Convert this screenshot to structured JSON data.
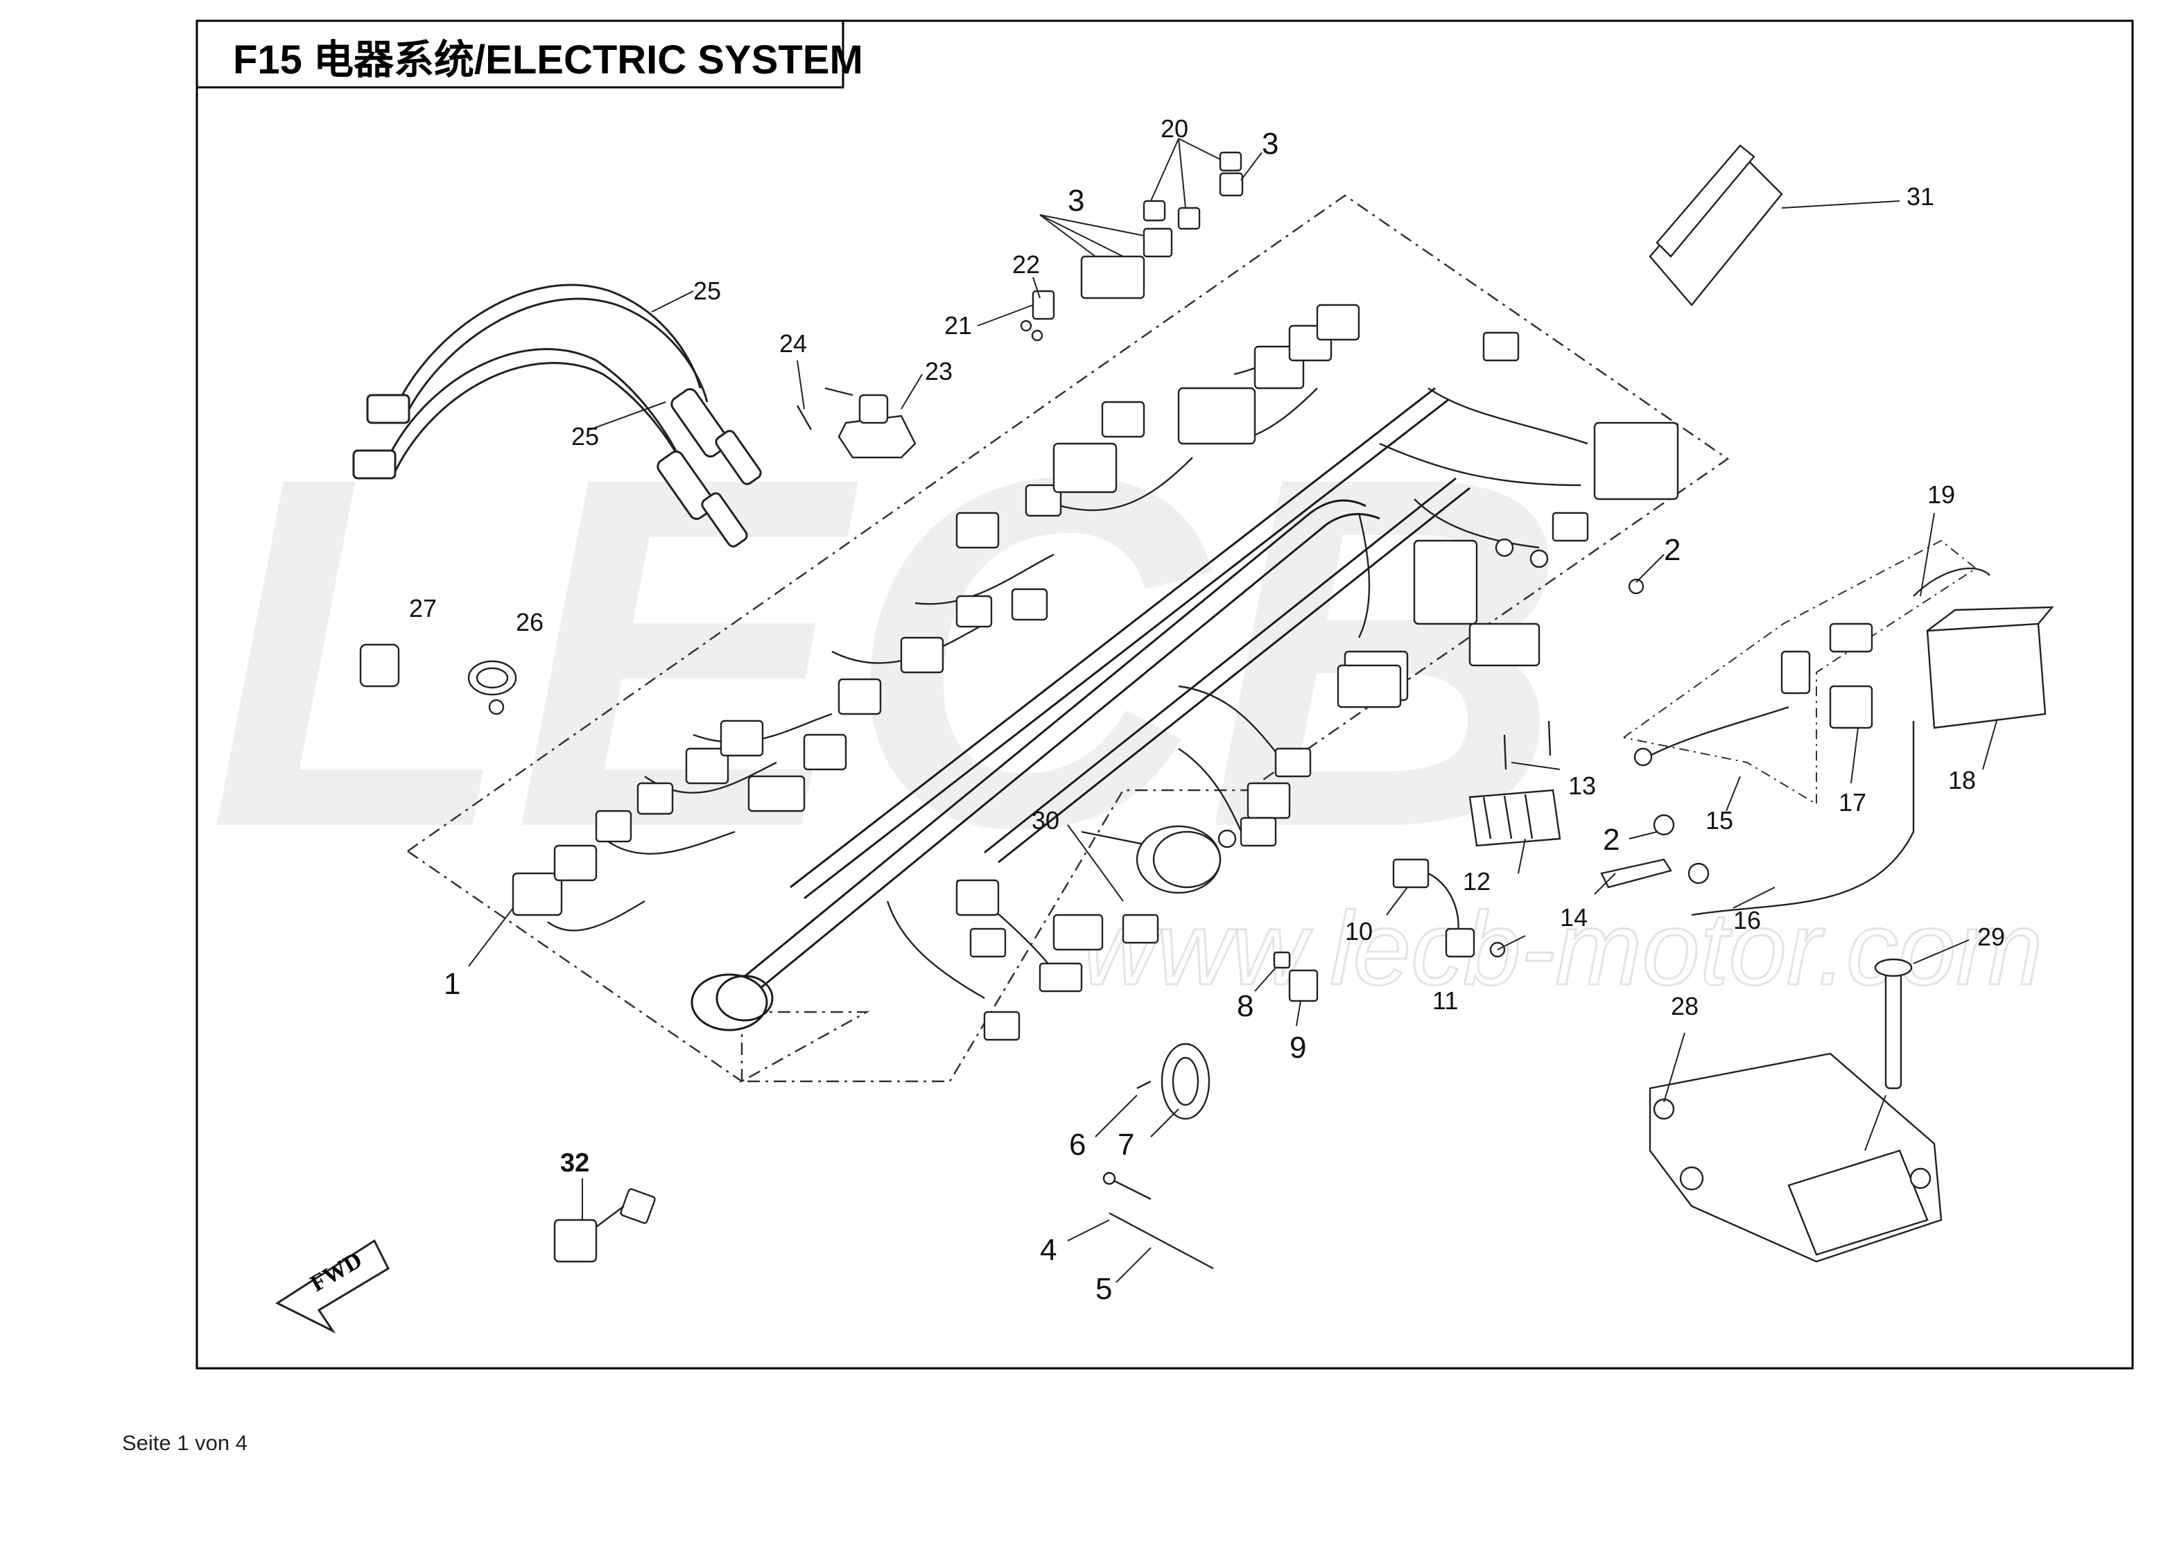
{
  "title": "F15 电器系统/ELECTRIC SYSTEM",
  "watermark_text": "LECB",
  "watermark_url": "www.lecb-motor.com",
  "fwd_label": "FWD",
  "footer": "Seite 1 von 4",
  "callouts": [
    "1",
    "2",
    "2",
    "3",
    "3",
    "4",
    "5",
    "6",
    "7",
    "8",
    "9",
    "10",
    "11",
    "12",
    "13",
    "14",
    "15",
    "16",
    "17",
    "18",
    "19",
    "20",
    "21",
    "22",
    "23",
    "24",
    "25",
    "25",
    "26",
    "27",
    "28",
    "29",
    "30",
    "31",
    "32"
  ],
  "colors": {
    "line": "#1a1a1a",
    "watermark": "#ececec",
    "frame": "#000000"
  }
}
